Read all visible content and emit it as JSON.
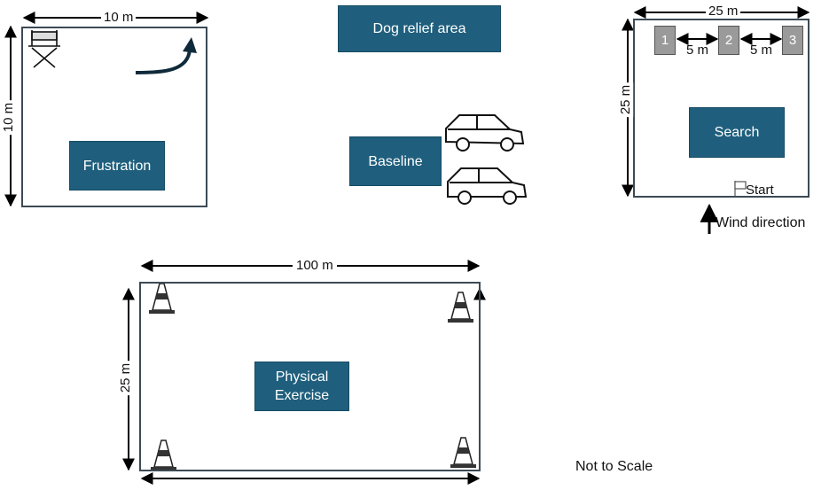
{
  "areas": {
    "frustration": {
      "label": "Frustration",
      "width_label": "10 m",
      "height_label": "10 m"
    },
    "dog_relief": {
      "label": "Dog relief area"
    },
    "baseline": {
      "label": "Baseline"
    },
    "search": {
      "label": "Search",
      "width_label": "25 m",
      "height_label": "25 m",
      "containers": [
        "1",
        "2",
        "3"
      ],
      "spacing_labels": [
        "5 m",
        "5 m"
      ],
      "start_label": "Start",
      "wind_label": "Wind direction"
    },
    "physical": {
      "label_line1": "Physical",
      "label_line2": "Exercise",
      "width_label": "100 m",
      "height_label": "25 m"
    }
  },
  "note": "Not to Scale",
  "colors": {
    "box_fill": "#1f5f7d",
    "outline": "#3c4a55",
    "container_fill": "#9a9a9a"
  },
  "icons": [
    "chair-icon",
    "curved-arrow-icon",
    "car-icon",
    "traffic-cone-icon",
    "flag-icon"
  ]
}
